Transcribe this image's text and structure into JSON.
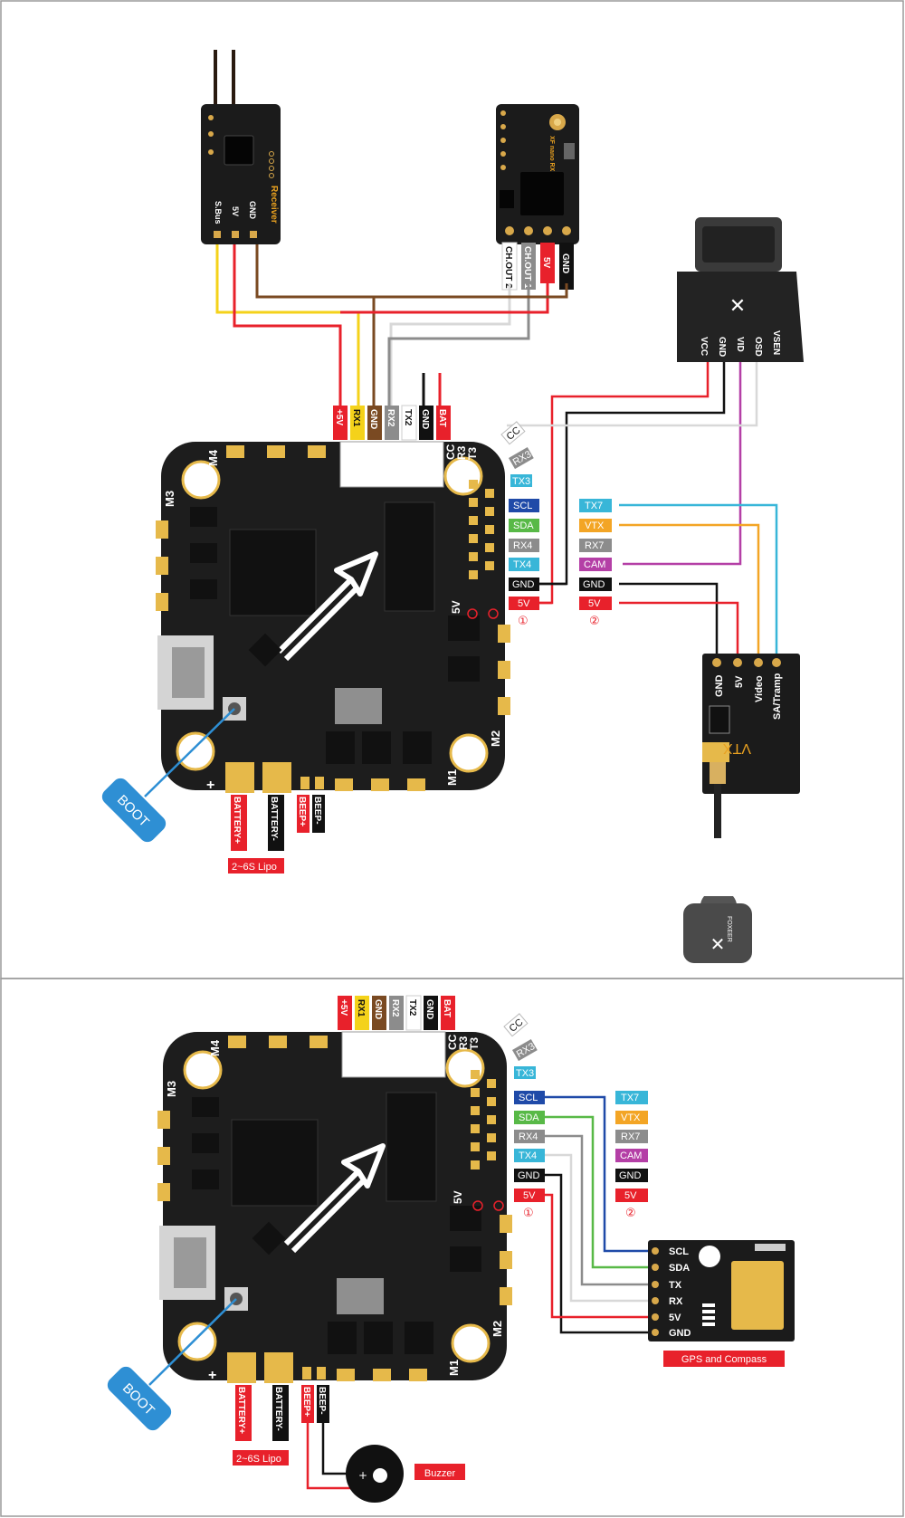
{
  "colors": {
    "red": "#e8212b",
    "black": "#111111",
    "brown": "#7a4a22",
    "yellow": "#f4d21a",
    "gray": "#8c8c8c",
    "lightgray": "#d8d8d8",
    "white": "#ffffff",
    "navy": "#1f4aa8",
    "green": "#58b947",
    "cyan": "#38b6d8",
    "orange": "#f3a525",
    "magenta": "#b43fa6",
    "boot_blue": "#2e8fd4",
    "board": "#1d1d1d",
    "pad": "#e6b94a"
  },
  "top": {
    "receiver1": {
      "brand": "Receiver",
      "pins": [
        "S.Bus",
        "5V",
        "GND"
      ]
    },
    "receiver2": {
      "brand": "XF nano RX",
      "pins": [
        "CH.OUT 2",
        "CH.OUT 1",
        "5V",
        "GND"
      ]
    },
    "camera": {
      "pins": [
        "VCC",
        "GND",
        "VID",
        "OSD",
        "VSEN"
      ]
    },
    "fc_connector": [
      "+5V",
      "RX1",
      "GND",
      "RX2",
      "TX2",
      "GND",
      "BAT"
    ],
    "fc_diag": [
      "CC",
      "RX3",
      "TX3"
    ],
    "fc_side_pads": [
      "SCL",
      "SDA",
      "RX4",
      "TX4",
      "GND",
      "5V"
    ],
    "group1_marker": "①",
    "right_pads": [
      "TX7",
      "VTX",
      "RX7",
      "CAM",
      "GND",
      "5V"
    ],
    "group2_marker": "②",
    "vtx": {
      "label": "VTX",
      "pins": [
        "GND",
        "5V",
        "Video",
        "SA/Tramp"
      ]
    },
    "antenna_brand": "FOXEER",
    "motors": [
      "M4",
      "M3",
      "M2",
      "M1"
    ],
    "board_silk": [
      "CC",
      "R3",
      "T3",
      "5V"
    ],
    "battery_labels": [
      "BATTERY+",
      "BATTERY-",
      "BEEP+",
      "BEEP-"
    ],
    "lipo": "2~6S Lipo",
    "boot": "BOOT",
    "plus": "+"
  },
  "bottom": {
    "fc_connector": [
      "+5V",
      "RX1",
      "GND",
      "RX2",
      "TX2",
      "GND",
      "BAT"
    ],
    "fc_diag": [
      "CC",
      "RX3",
      "TX3"
    ],
    "fc_side_pads": [
      "SCL",
      "SDA",
      "RX4",
      "TX4",
      "GND",
      "5V"
    ],
    "group1_marker": "①",
    "right_pads": [
      "TX7",
      "VTX",
      "RX7",
      "CAM",
      "GND",
      "5V"
    ],
    "group2_marker": "②",
    "gps": {
      "title": "GPS and Compass",
      "pins": [
        "SCL",
        "SDA",
        "TX",
        "RX",
        "5V",
        "GND"
      ]
    },
    "motors": [
      "M4",
      "M3",
      "M2",
      "M1"
    ],
    "board_silk": [
      "CC",
      "R3",
      "T3",
      "5V"
    ],
    "battery_labels": [
      "BATTERY+",
      "BATTERY-",
      "BEEP+",
      "BEEP-"
    ],
    "lipo": "2~6S Lipo",
    "boot": "BOOT",
    "buzzer": "Buzzer",
    "plus": "+"
  }
}
